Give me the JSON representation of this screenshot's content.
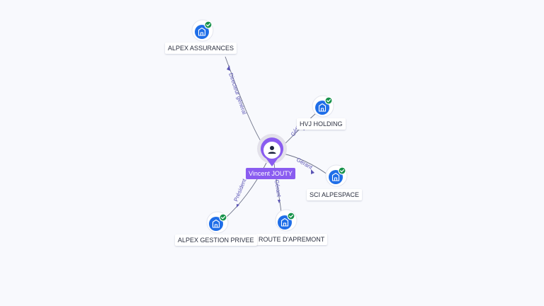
{
  "center": {
    "name": "Vincent JOUTY",
    "icon": "person-icon",
    "color": "#8a5cf0"
  },
  "companies": [
    {
      "name": "ALPEX ASSURANCES",
      "role": "Directeur général",
      "icon": "building-icon",
      "status": "verified-check-icon"
    },
    {
      "name": "HVJ HOLDING",
      "role": "Gérant",
      "icon": "building-icon",
      "status": "verified-check-icon"
    },
    {
      "name": "SCI ALPESPACE",
      "role": "Gérant",
      "icon": "building-icon",
      "status": "verified-check-icon"
    },
    {
      "name": "ROUTE D'APREMONT",
      "role": "Gérant",
      "icon": "building-icon",
      "status": "verified-check-icon"
    },
    {
      "name": "ALPEX GESTION PRIVEE",
      "role": "Président",
      "icon": "building-icon",
      "status": "verified-check-icon"
    }
  ],
  "colors": {
    "company_node": "#1f6ee8",
    "verified": "#17924b",
    "edge_label": "#5b55b5",
    "background": "#f8f9fd"
  }
}
